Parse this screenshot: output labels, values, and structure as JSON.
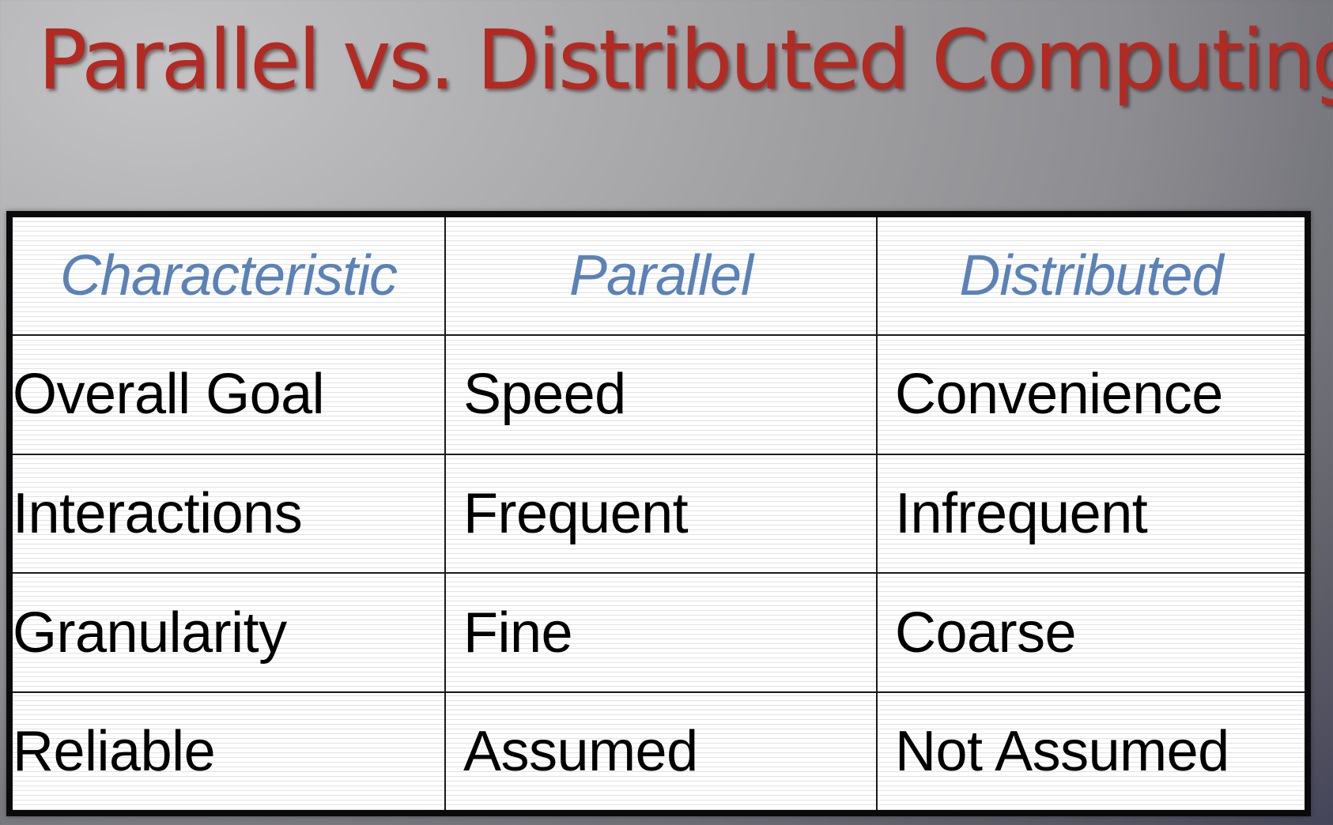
{
  "title": "Parallel vs. Distributed Computing",
  "table": {
    "headers": [
      "Characteristic",
      "Parallel",
      "Distributed"
    ],
    "rows": [
      [
        "Overall Goal",
        "Speed",
        "Convenience"
      ],
      [
        "Interactions",
        "Frequent",
        "Infrequent"
      ],
      [
        "Granularity",
        "Fine",
        "Coarse"
      ],
      [
        "Reliable",
        "Assumed",
        "Not Assumed"
      ]
    ]
  },
  "colors": {
    "title": "#b32a22",
    "header_text": "#5b82b6",
    "body_text": "#000000",
    "table_border": "#0a0a0a",
    "background": "#9a9a9e"
  }
}
